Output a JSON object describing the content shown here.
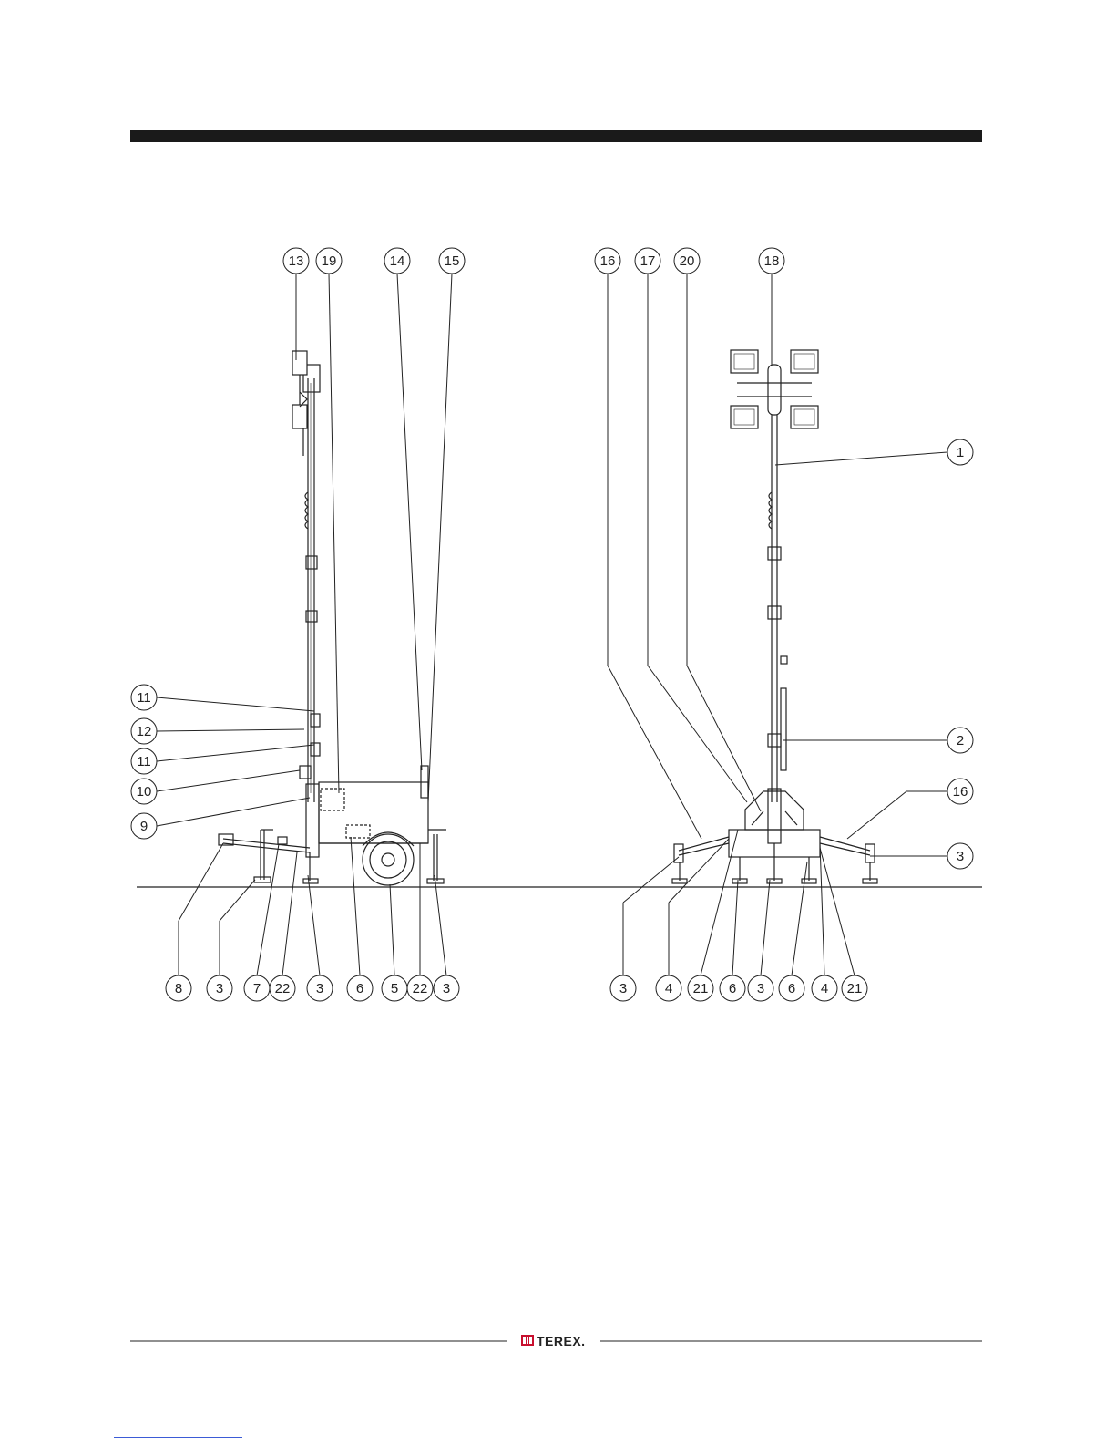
{
  "brand": {
    "name": "TEREX."
  },
  "callouts": {
    "top": [
      "13",
      "19",
      "14",
      "15",
      "16",
      "17",
      "20",
      "18"
    ],
    "side_left": [
      "11",
      "12",
      "11",
      "10",
      "9"
    ],
    "side_right": [
      "1",
      "2",
      "16",
      "3"
    ],
    "bottom_left": [
      "8",
      "3",
      "7",
      "22",
      "3",
      "6",
      "5",
      "22",
      "3"
    ],
    "bottom_right": [
      "3",
      "4",
      "21",
      "6",
      "3",
      "6",
      "4",
      "21"
    ]
  }
}
